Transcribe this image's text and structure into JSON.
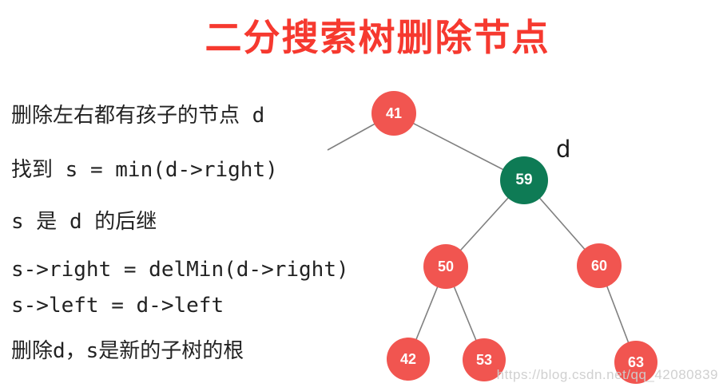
{
  "title": {
    "text": "二分搜索树删除节点",
    "color": "#f6392f"
  },
  "notes": {
    "lines": [
      "删除左右都有孩子的节点 d",
      "找到 s = min(d->right)",
      "s 是 d 的后继",
      "s->right = delMin(d->right)",
      "s->left = d->left",
      "删除d，s是新的子树的根"
    ],
    "text_color": "#222222"
  },
  "tree": {
    "d_label": "d",
    "colors": {
      "node_fill": "#f15550",
      "highlight_fill": "#0e7b55",
      "node_text": "#ffffff",
      "edge": "#808080"
    },
    "nodes": [
      {
        "value": "41",
        "role": "root"
      },
      {
        "value": "59",
        "role": "node-d-to-delete"
      },
      {
        "value": "50",
        "role": "left-child-of-d"
      },
      {
        "value": "60",
        "role": "right-child-of-d"
      },
      {
        "value": "42",
        "role": "leaf"
      },
      {
        "value": "53",
        "role": "leaf"
      },
      {
        "value": "63",
        "role": "leaf"
      }
    ]
  },
  "watermark": {
    "text": "https://blog.csdn.net/qq_42080839"
  }
}
